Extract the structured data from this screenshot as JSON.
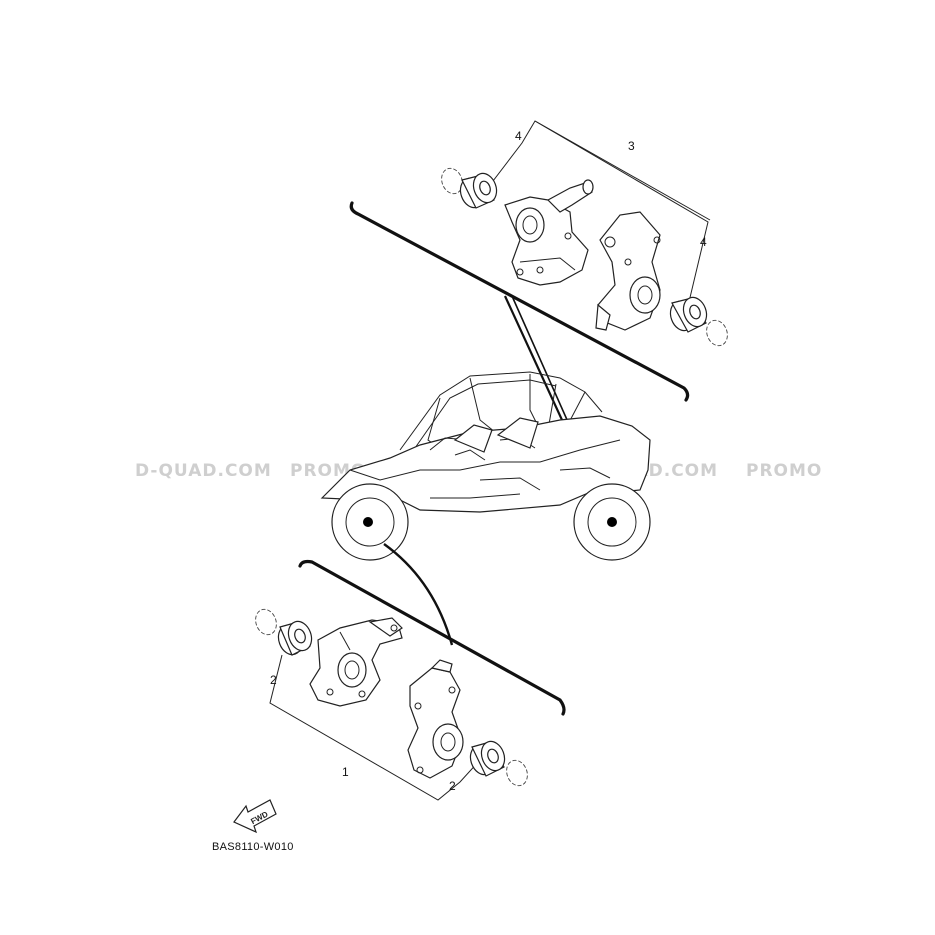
{
  "watermark": {
    "segments": [
      "D-QUAD.COM",
      "PROMOQUAD.COM",
      "PROMO-QUAD.COM",
      "PROMO"
    ]
  },
  "callouts": {
    "assembly_front": "1",
    "bearing_front_left": "2",
    "bearing_front_right": "2",
    "assembly_rear": "3",
    "bearing_rear_left": "4",
    "bearing_rear_right": "4"
  },
  "fwd_label": "FWD",
  "diagram_code": "BAS8110-W010"
}
